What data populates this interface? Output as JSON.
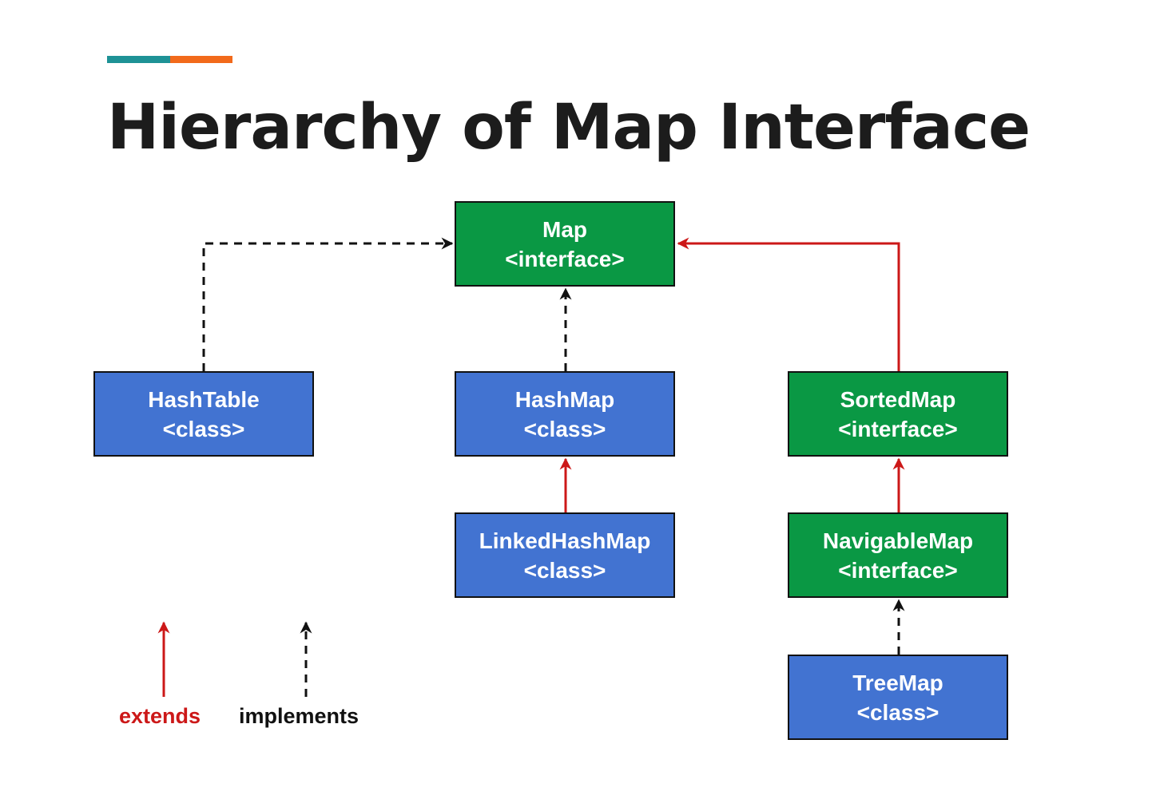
{
  "slide": {
    "title": "Hierarchy of Map Interface",
    "accent_colors": [
      "#1e9296",
      "#f26a1b"
    ]
  },
  "colors": {
    "interface_fill": "#0a9844",
    "class_fill": "#4273d1",
    "extends_line": "#cc1818",
    "implements_line": "#111111"
  },
  "nodes": {
    "map": {
      "name": "Map",
      "kind": "<interface>"
    },
    "hashtable": {
      "name": "HashTable",
      "kind": "<class>"
    },
    "hashmap": {
      "name": "HashMap",
      "kind": "<class>"
    },
    "sortedmap": {
      "name": "SortedMap",
      "kind": "<interface>"
    },
    "linkedhashmap": {
      "name": "LinkedHashMap",
      "kind": "<class>"
    },
    "navigablemap": {
      "name": "NavigableMap",
      "kind": "<interface>"
    },
    "treemap": {
      "name": "TreeMap",
      "kind": "<class>"
    }
  },
  "legend": {
    "extends": "extends",
    "implements": "implements"
  }
}
